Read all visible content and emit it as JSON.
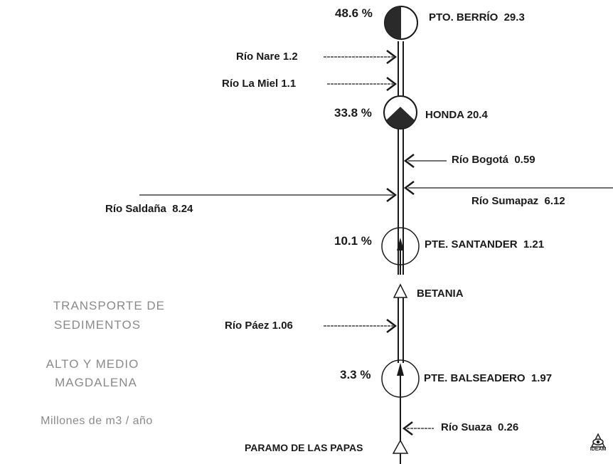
{
  "stations": {
    "pto_berrio": {
      "name": "PTO. BERRÍO",
      "value": "29.3",
      "percent": "48.6 %"
    },
    "honda": {
      "name": "HONDA",
      "value": "20.4",
      "percent": "33.8 %"
    },
    "pte_santander": {
      "name": "PTE. SANTANDER",
      "value": "1.21",
      "percent": "10.1 %"
    },
    "betania": {
      "name": "BETANIA"
    },
    "pte_balseadero": {
      "name": "PTE. BALSEADERO",
      "value": "1.97",
      "percent": "3.3 %"
    },
    "paramo": {
      "name": "PARAMO DE LAS PAPAS"
    }
  },
  "tributaries": {
    "nare": "Río Nare 1.2",
    "la_miel": "Río La Miel 1.1",
    "bogota_name": "Río Bogotá",
    "bogota_value": "0.59",
    "saldana_name": "Río Saldaña",
    "saldana_value": "8.24",
    "sumapaz_name": "Río Sumapaz",
    "sumapaz_value": "6.12",
    "paez": "Río Páez 1.06",
    "suaza_name": "Río Suaza",
    "suaza_value": "0.26"
  },
  "side_text": {
    "line1": "TRANSPORTE DE",
    "line2": "SEDIMENTOS",
    "line3": "ALTO Y  MEDIO",
    "line4": "MAGDALENA",
    "units": "Millones de m3 / año"
  },
  "logo": {
    "text": "IDEAM",
    "icon": "eye-logo-icon"
  },
  "colors": {
    "ink": "#1a1a1a",
    "fill": "#2a2a2a",
    "faded": "#8a8a8a"
  }
}
